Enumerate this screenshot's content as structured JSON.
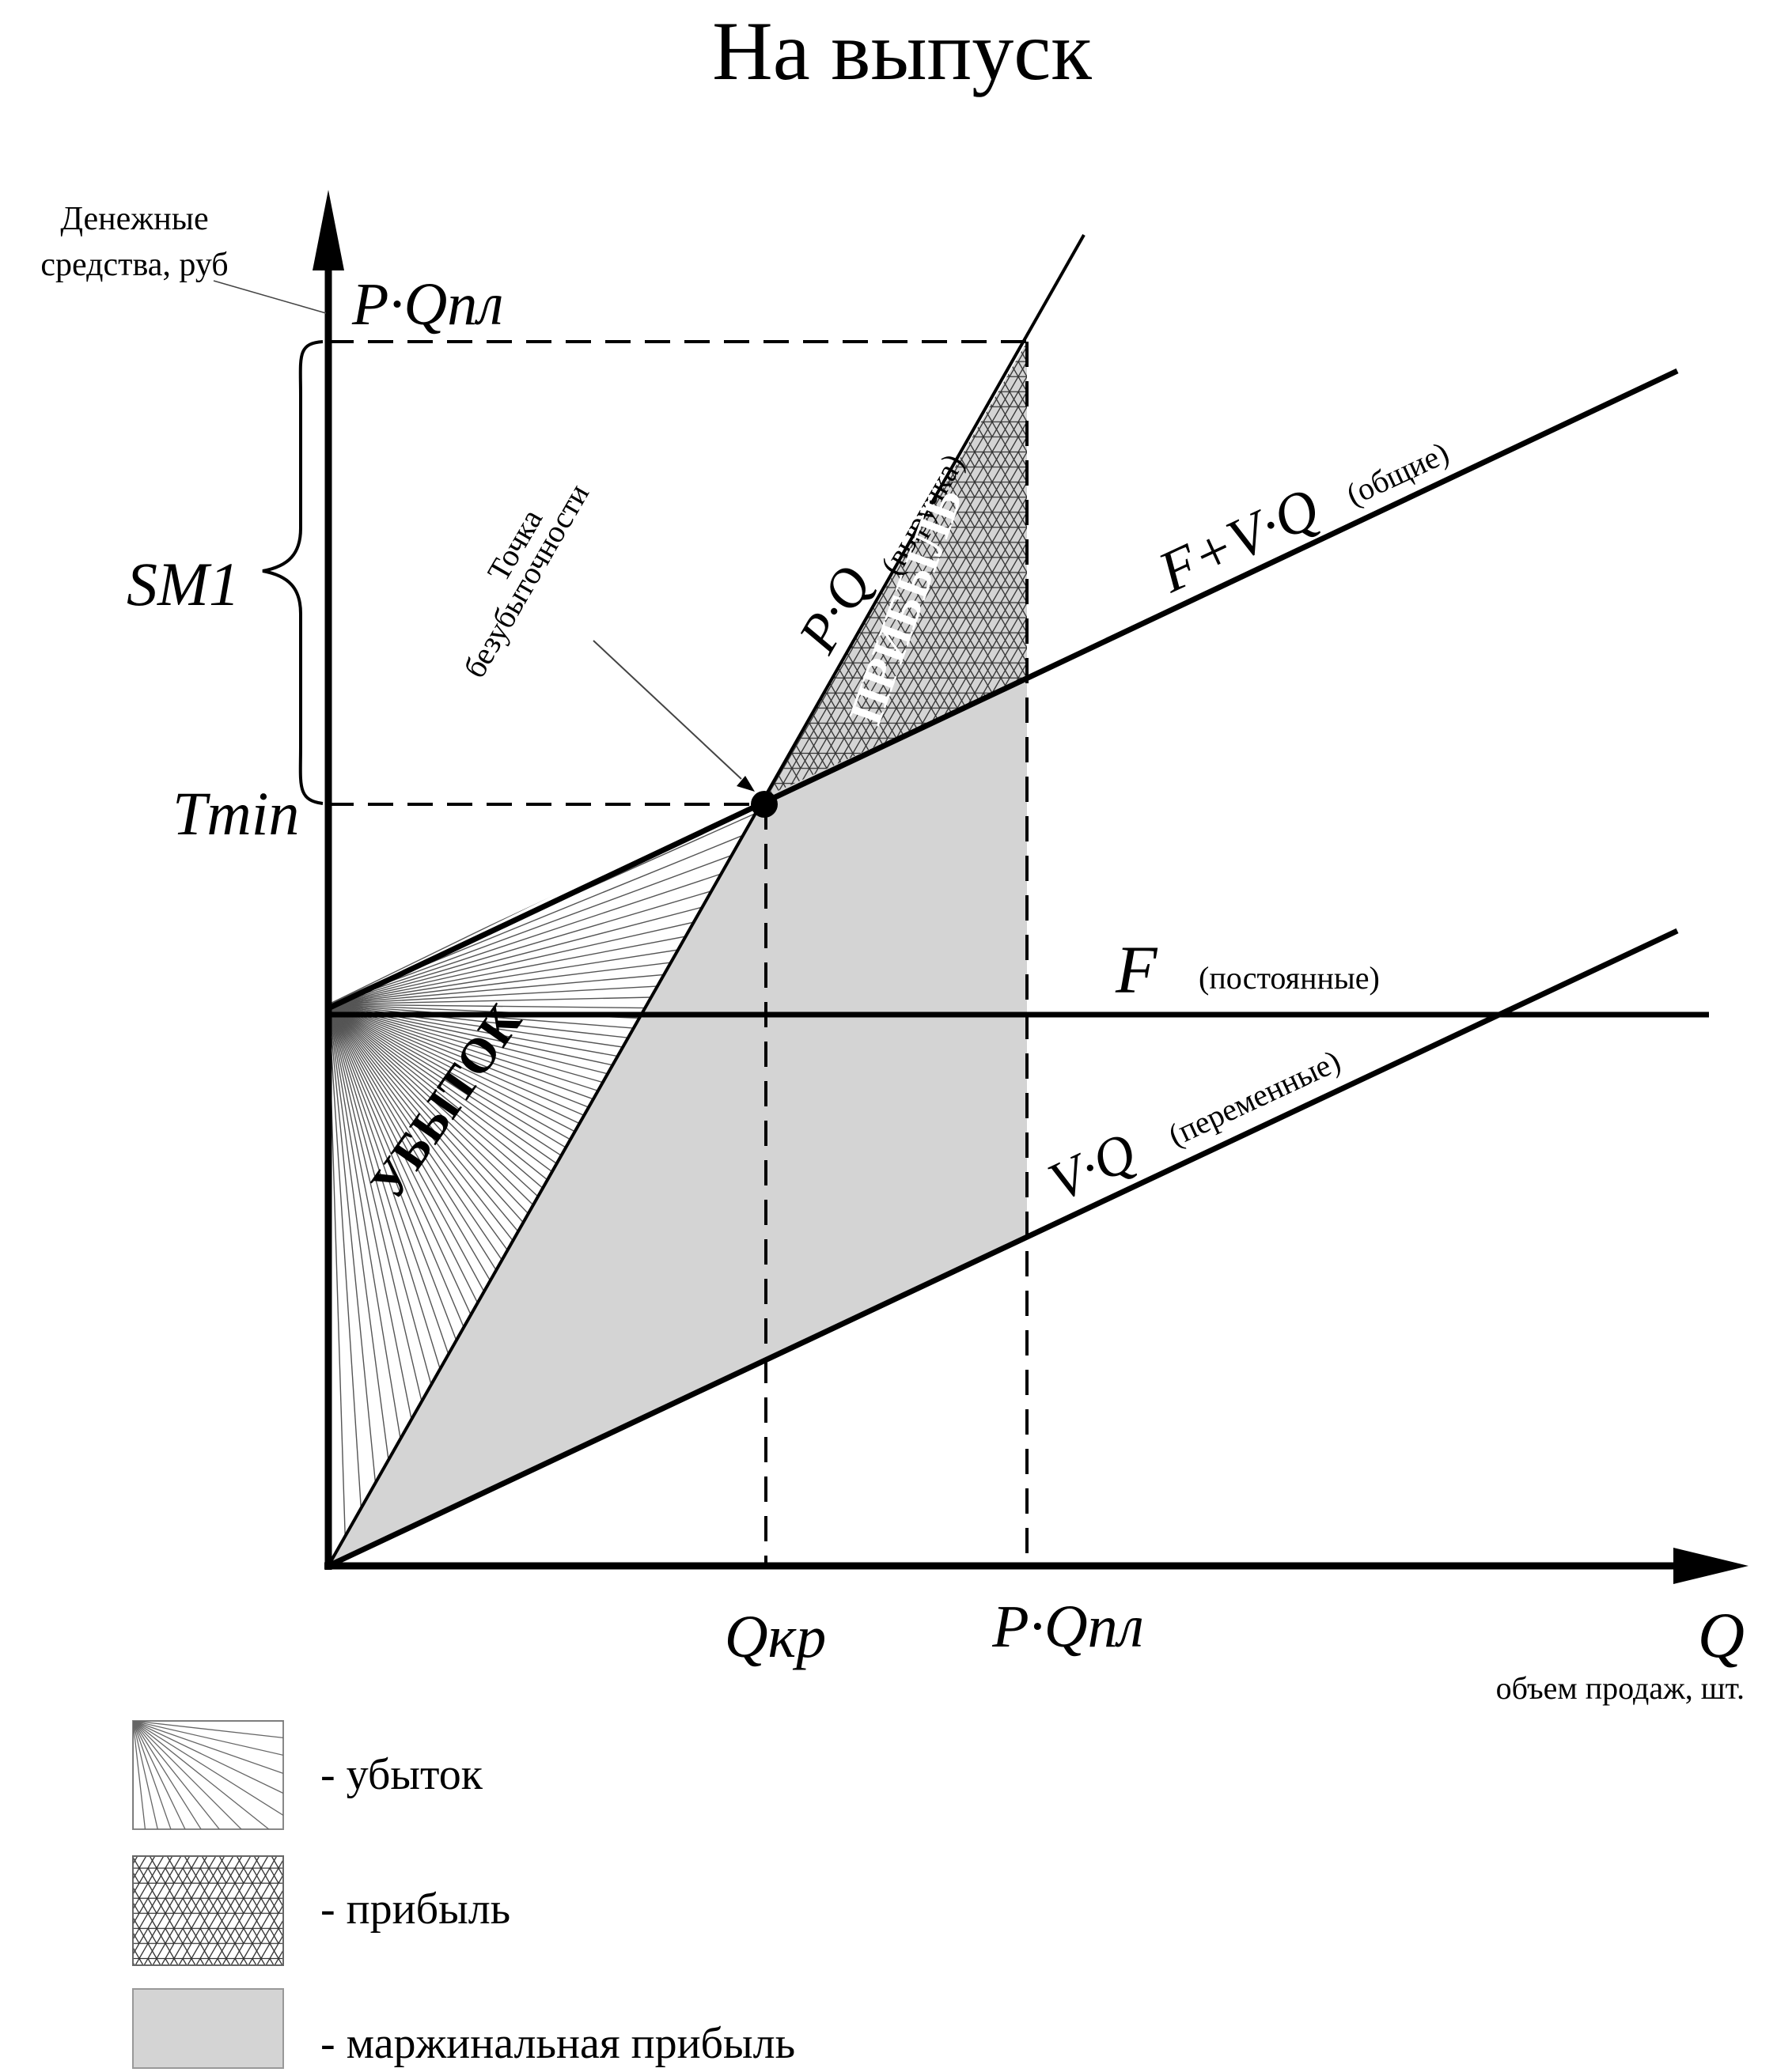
{
  "title": "На выпуск",
  "y_axis": {
    "label_line1": "Денежные",
    "label_line2": "средства, руб",
    "top_label": "P·Qпл",
    "sm_label": "SM1",
    "tmin_label": "Tmin"
  },
  "x_axis": {
    "symbol": "Q",
    "caption": "объем продаж, шт.",
    "qkr_label": "Qкр",
    "pqpl_label": "P·Qпл"
  },
  "lines": {
    "revenue_formula": "P·Q",
    "revenue_note": "(выручка)",
    "total_formula": "F+V·Q",
    "total_note": "(общие)",
    "fixed_formula": "F",
    "fixed_note": "(постоянные)",
    "variable_formula": "V·Q",
    "variable_note": "(переменные)"
  },
  "annotations": {
    "breakeven_line1": "Точка",
    "breakeven_line2": "безубыточности",
    "loss_region": "УБЫТОК",
    "profit_region": "ПРИБЫЛЬ"
  },
  "legend": [
    {
      "label": "- убыток",
      "pattern": "rays"
    },
    {
      "label": "- прибыль",
      "pattern": "triangles"
    },
    {
      "label": "- маржинальная прибыль",
      "pattern": "gray"
    }
  ],
  "colors": {
    "ink": "#000000",
    "margin_fill": "#d4d4d4",
    "hatch": "#555555"
  }
}
